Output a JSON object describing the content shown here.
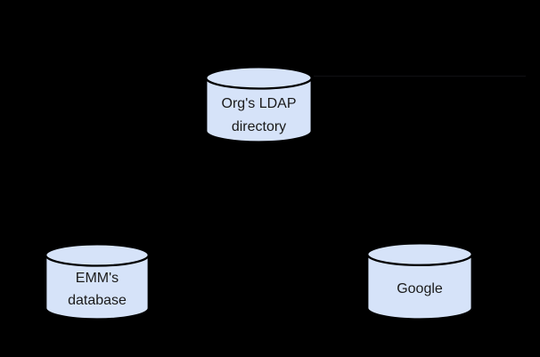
{
  "diagram": {
    "nodes": {
      "ldap": {
        "label_line1": "Org's LDAP",
        "label_line2": "directory"
      },
      "emm": {
        "label_line1": "EMM's",
        "label_line2": "database"
      },
      "google": {
        "label_line1": "Google",
        "label_line2": ""
      }
    }
  },
  "colors": {
    "background": "#000000",
    "cylinder_fill": "#d6e3f9",
    "cylinder_stroke": "#000000",
    "label_text": "#1a1a1a"
  }
}
